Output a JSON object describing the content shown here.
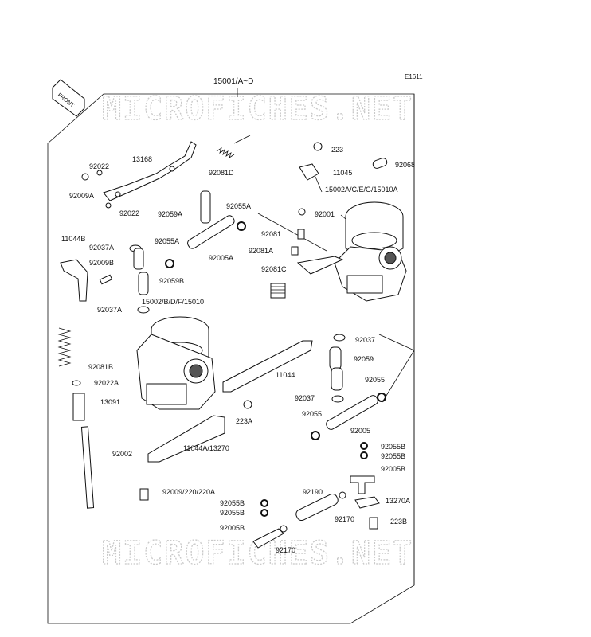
{
  "diagram": {
    "ref_code": "E1611",
    "assembly_label": "15001/A~D",
    "front_tag": "FRONT",
    "watermark": "MICROFICHES.NET",
    "labels": {
      "l92022": "92022",
      "l13168": "13168",
      "l92009A": "92009A",
      "l92022b": "92022",
      "l92081D": "92081D",
      "l223": "223",
      "l11045": "11045",
      "l92068": "92068",
      "l15002A": "15002A/C/E/G/15010A",
      "l92001": "92001",
      "l92059A": "92059A",
      "l92055A": "92055A",
      "l92081": "92081",
      "l92081A": "92081A",
      "l11044B": "11044B",
      "l92037A": "92037A",
      "l92055Ab": "92055A",
      "l92009B": "92009B",
      "l92005A": "92005A",
      "l92059B": "92059B",
      "l92081C": "92081C",
      "l92037Ab": "92037A",
      "l15002B": "15002/B/D/F/15010",
      "l92037": "92037",
      "l92059": "92059",
      "l92081B": "92081B",
      "l11044": "11044",
      "l92055": "92055",
      "l92022A": "92022A",
      "l13091": "13091",
      "l92037b": "92037",
      "l223A": "223A",
      "l92055b": "92055",
      "l92005": "92005",
      "l92002": "92002",
      "l11044A": "11044A/13270",
      "l92055B1": "92055B",
      "l92055B2": "92055B",
      "l92005B": "92005B",
      "l92009": "92009/220/220A",
      "l92190": "92190",
      "l13270A": "13270A",
      "l92055B3": "92055B",
      "l92055B4": "92055B",
      "l92170a": "92170",
      "l223B": "223B",
      "l92005Bb": "92005B",
      "l92170b": "92170"
    }
  }
}
